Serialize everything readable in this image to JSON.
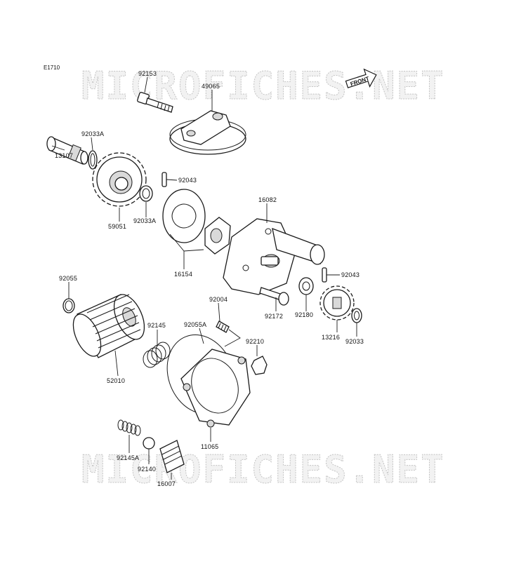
{
  "figure_id": "E1710",
  "watermark": "MICROFICHES.NET",
  "front_label": "FRONT",
  "parts": [
    {
      "number": "92153",
      "name": "bolt"
    },
    {
      "number": "49065",
      "name": "cap"
    },
    {
      "number": "92033A",
      "name": "ring-top"
    },
    {
      "number": "13107",
      "name": "shaft"
    },
    {
      "number": "92043",
      "name": "pin-upper"
    },
    {
      "number": "59051",
      "name": "gear-large"
    },
    {
      "number": "92033A",
      "name": "ring-lower"
    },
    {
      "number": "16082",
      "name": "pump-body"
    },
    {
      "number": "16154",
      "name": "rotor-set"
    },
    {
      "number": "92043",
      "name": "pin-lower"
    },
    {
      "number": "92055",
      "name": "o-ring"
    },
    {
      "number": "92004",
      "name": "stud"
    },
    {
      "number": "92172",
      "name": "screw"
    },
    {
      "number": "92180",
      "name": "washer"
    },
    {
      "number": "13216",
      "name": "gear-small"
    },
    {
      "number": "92033",
      "name": "ring-small"
    },
    {
      "number": "92145",
      "name": "spring"
    },
    {
      "number": "92055A",
      "name": "gasket"
    },
    {
      "number": "92210",
      "name": "nut"
    },
    {
      "number": "52010",
      "name": "oil-filter"
    },
    {
      "number": "11065",
      "name": "filter-cover"
    },
    {
      "number": "92145A",
      "name": "spring-small"
    },
    {
      "number": "92140",
      "name": "ball"
    },
    {
      "number": "16007",
      "name": "plunger"
    }
  ]
}
